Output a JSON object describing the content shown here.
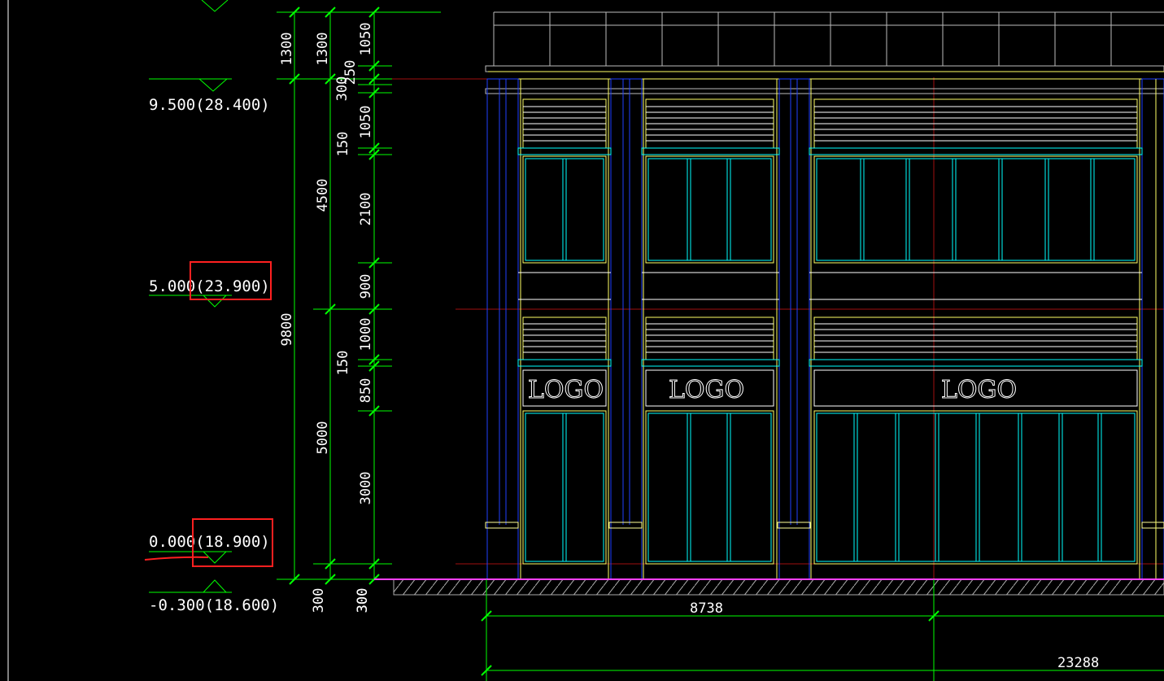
{
  "drawing": {
    "levels": [
      {
        "label": "9.500(28.400)"
      },
      {
        "label": "5.000(23.900)"
      },
      {
        "label": "0.000(18.900)"
      },
      {
        "label": "-0.300(18.600)"
      }
    ],
    "dims_left": [
      "1300",
      "9800",
      "300"
    ],
    "dims_mid": [
      "1300",
      "4500",
      "5000",
      "300"
    ],
    "dims_right": [
      "1050",
      "250",
      "300",
      "1050",
      "150",
      "2100",
      "900",
      "1000",
      "150",
      "850",
      "3000",
      "300"
    ],
    "dims_bottom": [
      "8738",
      "23288"
    ],
    "signs": [
      "LOGO",
      "LOGO",
      "LOGO"
    ],
    "markup_color": "#ff2020",
    "dim_color": "#00ff00",
    "wall_color": "#00ffff",
    "column_color": "#2040ff",
    "trim_color": "#ffff66"
  }
}
